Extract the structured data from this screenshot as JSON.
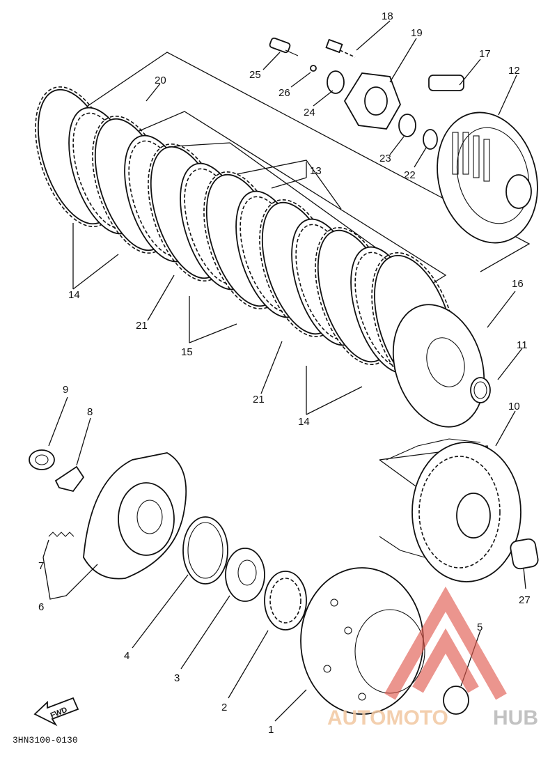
{
  "drawing_code": "3HN3100-0130",
  "direction_label": "FWD",
  "callouts": [
    "1",
    "2",
    "3",
    "4",
    "5",
    "6",
    "7",
    "8",
    "9",
    "10",
    "11",
    "12",
    "13",
    "14",
    "15",
    "16",
    "17",
    "18",
    "19",
    "20",
    "21",
    "22",
    "23",
    "24",
    "25",
    "26",
    "27"
  ],
  "watermark": {
    "part1": "AUTOMOTO",
    "part2": "HUB",
    "colors": {
      "accent": "#e05a4e",
      "text_light": "#f2c7a0",
      "text_gray": "#b8b8b8"
    }
  }
}
